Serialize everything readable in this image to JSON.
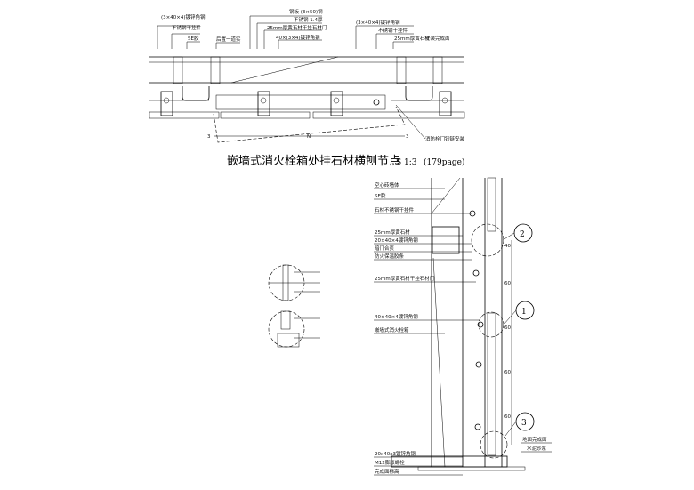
{
  "title": {
    "main": "嵌墙式消火栓箱处挂石材横刨节点",
    "scale": "S 1:3",
    "page": "(179page)"
  },
  "plan_labels": {
    "left": [
      "(3×40×4)镀锌角钢",
      "不锈钢干挂件",
      "SE胶",
      "后置一道实"
    ],
    "middle": [
      "钢板 (3×50)钢",
      "不锈钢 1.4厚",
      "25mm厚黄石材干挂石材门",
      "40×(3×4)镀锌角钢"
    ],
    "right": [
      "(3×40×4)镀锌角钢",
      "不锈钢干挂件",
      "25mm厚黄石材",
      "安装完成面"
    ],
    "hinge": "消防栓门铰链安装",
    "dims": [
      "3",
      "N",
      "3"
    ]
  },
  "section_labels": [
    "空心砖墙体",
    "SE胶",
    "石材不锈钢干挂件",
    "25mm厚黄石材",
    "20×40×4镀锌角钢",
    "暗门合页",
    "防火保温胶条",
    "25mm厚黄石材干挂石材门",
    "40×40×4镀锌角钢",
    "嵌墙式消火栓箱",
    "20x40x3镀锌角钢",
    "M12膨胀螺栓",
    "完成面标高"
  ],
  "section_right_labels": [
    "地面完成面",
    "水泥砂浆"
  ],
  "callouts": [
    "2",
    "1",
    "3"
  ],
  "section_dims": [
    "40",
    "60",
    "60",
    "60",
    "60"
  ]
}
